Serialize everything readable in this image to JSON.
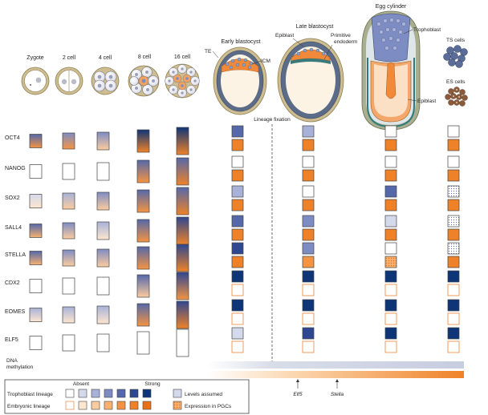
{
  "stages": {
    "zygote": "Zygote",
    "cell2": "2 cell",
    "cell4": "4 cell",
    "cell8": "8 cell",
    "cell16": "16 cell",
    "early_blastocyst": "Early blastocyst",
    "late_blastocyst": "Late blastocyst",
    "egg_cylinder": "Egg cylinder"
  },
  "labels": {
    "te": "TE",
    "icm": "ICM",
    "epiblast": "Epiblast",
    "primitive_endoderm_1": "Primitive",
    "primitive_endoderm_2": "endoderm",
    "trophoblast": "Trophoblast",
    "ts_cells": "TS cells",
    "es_cells": "ES cells",
    "epiblast_cyl": "Epiblast",
    "lineage_fixation": "Lineage fixation"
  },
  "genes": [
    "OCT4",
    "NANOG",
    "SOX2",
    "SALL4",
    "STELLA",
    "CDX2",
    "EOMES",
    "ELF5"
  ],
  "methylation": {
    "line1": "DNA",
    "line2": "methylation",
    "marker1": "Elf5",
    "marker2": "Stella"
  },
  "legend": {
    "absent": "Absent",
    "strong": "Strong",
    "trophoblast_lineage": "Trophoblast lineage",
    "embryonic_lineage": "Embryonic lineage",
    "levels_assumed": "Levels assumed",
    "expression_pgcs": "Expression in PGCs"
  },
  "colors": {
    "blue_levels": [
      "#ffffff",
      "#d5d9ec",
      "#a8b2d8",
      "#7e8cc4",
      "#5468aa",
      "#2f4790",
      "#0e3578"
    ],
    "orange_levels": [
      "#ffffff",
      "#fde6cf",
      "#fbcc9e",
      "#f8b170",
      "#f49442",
      "#ef8228",
      "#e97218"
    ],
    "blue": "#0e3578",
    "orange": "#e97218",
    "stroke": "#444444"
  },
  "expression": {
    "early_stages": [
      [
        "#5468aa:#f49442",
        "#7e8cc4:#f49442",
        "#7e8cc4:#fbcc9e",
        "#0e3578:#ef8228",
        "#0e3578:#ef8228"
      ],
      [
        "white",
        "white",
        "white",
        "#5468aa:#f49442",
        "#5468aa:#ef8228"
      ],
      [
        "#d5d9ec:#fde6cf",
        "#a8b2d8:#fbcc9e",
        "#7e8cc4:#fbcc9e",
        "#5468aa:#f49442",
        "#5468aa:#ef8228"
      ],
      [
        "#5468aa:#f8b170",
        "#7e8cc4:#fbcc9e",
        "#a8b2d8:#fde6cf",
        "#5468aa:#f49442",
        "#2f4790:#ef8228"
      ],
      [
        "#5468aa:#f8b170",
        "#7e8cc4:#fbcc9e",
        "#7e8cc4:#fbcc9e",
        "#5468aa:#f49442",
        "#2f4790:#ef8228"
      ],
      [
        "white",
        "white",
        "white",
        "#5468aa:#fbcc9e",
        "#2f4790:#f49442"
      ],
      [
        "#a8b2d8:#fde6cf",
        "#a8b2d8:#fde6cf",
        "#a8b2d8:#fde6cf",
        "#5468aa:#f49442",
        "#2f4790:#ef8228"
      ],
      [
        "white",
        "white",
        "white",
        "white",
        "white"
      ]
    ],
    "later_stages": [
      [
        [
          "#5468aa",
          "#ef8228"
        ],
        [
          "#a8b2d8",
          "#ef8228"
        ],
        [
          "white",
          "#ef8228"
        ],
        [
          "white",
          "#ef8228"
        ]
      ],
      [
        [
          "white",
          "#ef8228"
        ],
        [
          "white",
          "#ef8228"
        ],
        [
          "white",
          "#ef8228"
        ],
        [
          "white",
          "#ef8228"
        ]
      ],
      [
        [
          "#a8b2d8",
          "#ef8228"
        ],
        [
          "white",
          "#ef8228"
        ],
        [
          "#5468aa",
          "#ef8228"
        ],
        [
          "dots",
          "#ef8228"
        ]
      ],
      [
        [
          "#5468aa",
          "#ef8228"
        ],
        [
          "#7e8cc4",
          "#ef8228"
        ],
        [
          "#d5d9ec",
          "#ef8228"
        ],
        [
          "dots",
          "#ef8228"
        ]
      ],
      [
        [
          "#2f4790",
          "#ef8228"
        ],
        [
          "#7e8cc4",
          "#f49442"
        ],
        [
          "white",
          "dots-orange"
        ],
        [
          "dots",
          "#ef8228"
        ]
      ],
      [
        [
          "#0e3578",
          "white"
        ],
        [
          "#0e3578",
          "white"
        ],
        [
          "#0e3578",
          "white"
        ],
        [
          "#0e3578",
          "white"
        ]
      ],
      [
        [
          "#0e3578",
          "white"
        ],
        [
          "#0e3578",
          "white"
        ],
        [
          "#0e3578",
          "white"
        ],
        [
          "#0e3578",
          "white"
        ]
      ],
      [
        [
          "#d5d9ec",
          "white"
        ],
        [
          "#2f4790",
          "white"
        ],
        [
          "#0e3578",
          "white"
        ],
        [
          "#0e3578",
          "white"
        ]
      ]
    ]
  }
}
